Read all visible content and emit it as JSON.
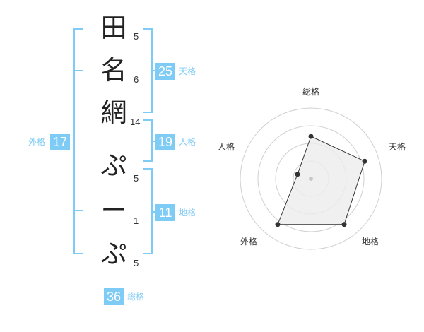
{
  "colors": {
    "accent": "#7ecbf5",
    "text": "#222222",
    "radar_fill": "#ececec",
    "radar_line": "#333333",
    "ring": "#d0d0d0"
  },
  "name_chars": [
    {
      "char": "田",
      "strokes": "5"
    },
    {
      "char": "名",
      "strokes": "6"
    },
    {
      "char": "網",
      "strokes": "14"
    },
    {
      "char": "ぷ",
      "strokes": "5"
    },
    {
      "char": "ー",
      "strokes": "1"
    },
    {
      "char": "ぷ",
      "strokes": "5"
    }
  ],
  "fortunes": {
    "tenkaku": {
      "value": "25",
      "label": "天格"
    },
    "jinkaku": {
      "value": "19",
      "label": "人格"
    },
    "chikaku": {
      "value": "11",
      "label": "地格"
    },
    "gaikaku": {
      "value": "17",
      "label": "外格"
    },
    "soukaku": {
      "value": "36",
      "label": "総格"
    }
  },
  "chart_data": {
    "type": "radar",
    "axes": [
      "総格",
      "天格",
      "地格",
      "外格",
      "人格"
    ],
    "values": [
      3,
      4,
      4,
      4,
      1
    ],
    "max": 5,
    "rings": 4
  }
}
